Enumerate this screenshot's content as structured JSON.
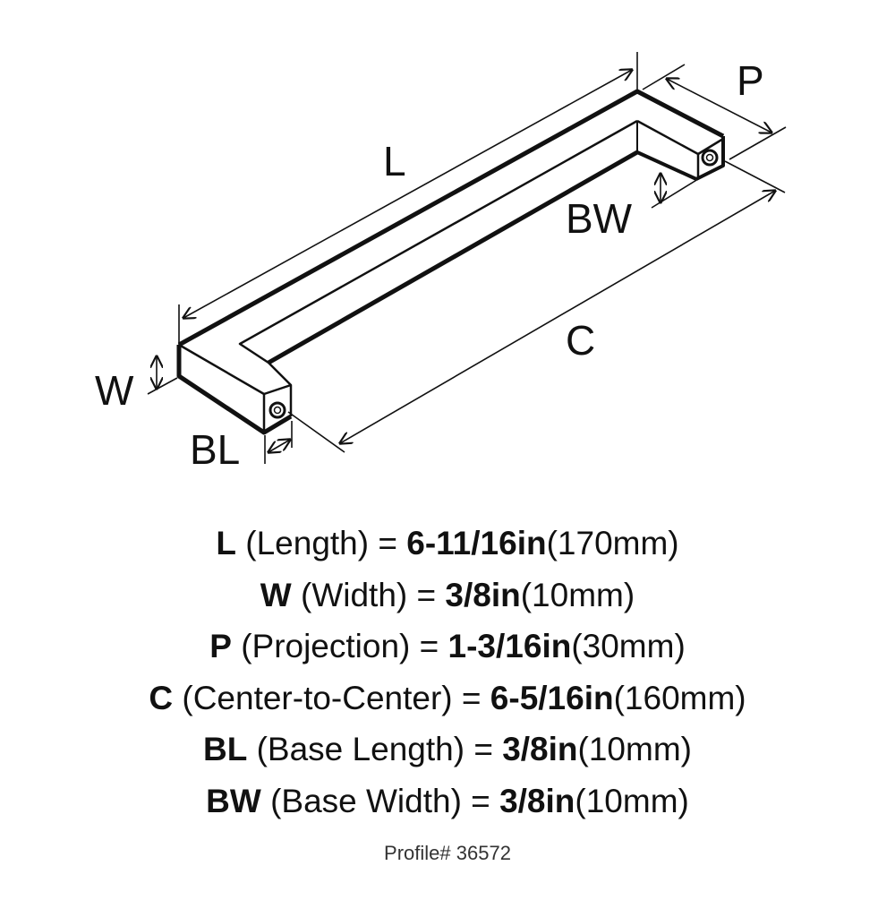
{
  "diagram": {
    "labels": {
      "L": "L",
      "P": "P",
      "BW": "BW",
      "C": "C",
      "W": "W",
      "BL": "BL"
    }
  },
  "specs": [
    {
      "code": "L",
      "name": "(Length) =",
      "imperial": "6-11/16in",
      "metric": "(170mm)"
    },
    {
      "code": "W",
      "name": "(Width) =",
      "imperial": "3/8in",
      "metric": "(10mm)"
    },
    {
      "code": "P",
      "name": "(Projection) =",
      "imperial": "1-3/16in",
      "metric": "(30mm)"
    },
    {
      "code": "C",
      "name": "(Center-to-Center) =",
      "imperial": "6-5/16in",
      "metric": "(160mm)"
    },
    {
      "code": "BL",
      "name": "(Base Length) =",
      "imperial": "3/8in",
      "metric": "(10mm)"
    },
    {
      "code": "BW",
      "name": "(Base Width) =",
      "imperial": "3/8in",
      "metric": "(10mm)"
    }
  ],
  "profile": "Profile# 36572"
}
